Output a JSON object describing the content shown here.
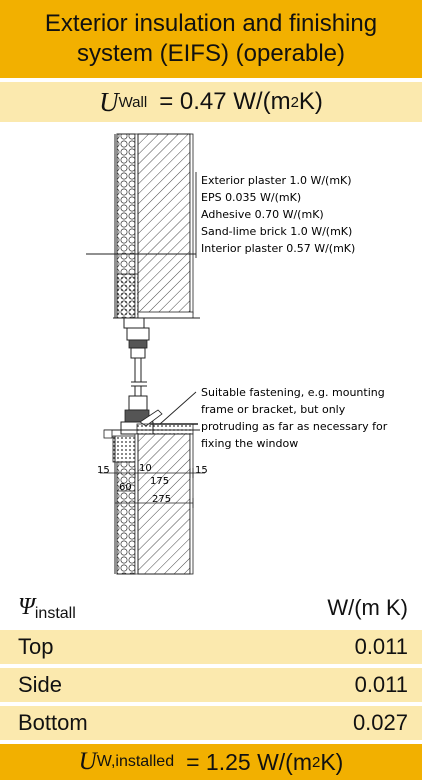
{
  "header": {
    "title_line1": "Exterior insulation and finishing",
    "title_line2": "system (EIFS) (operable)"
  },
  "u_wall": {
    "symbol": "U",
    "subscript": "Wall",
    "value_text": "= 0.47 W/(m",
    "exponent": "2",
    "unit_tail": " K)"
  },
  "drawing": {
    "labels": {
      "l1": "Exterior plaster 1.0 W/(mK)",
      "l2": "EPS 0.035 W/(mK)",
      "l3": "Adhesive 0.70 W/(mK)",
      "l4": "Sand-lime brick 1.0 W/(mK)",
      "l5": "Interior plaster 0.57 W/(mK)",
      "f1": "Suitable fastening, e.g. mounting",
      "f2": "frame or bracket, but only",
      "f3": "protruding as far as necessary for",
      "f4": "fixing the window"
    },
    "dimensions": {
      "d15a": "15",
      "d10": "10",
      "d175": "175",
      "d15b": "15",
      "d60": "60",
      "d275": "275"
    }
  },
  "psi": {
    "symbol": "Ψ",
    "subscript": "install",
    "unit": "W/(m K)",
    "rows": [
      {
        "label": "Top",
        "value": "0.011"
      },
      {
        "label": "Side",
        "value": "0.011"
      },
      {
        "label": "Bottom",
        "value": "0.027"
      }
    ]
  },
  "u_window": {
    "symbol": "U",
    "subscript": "W,installed",
    "value_text": "= 1.25 W/(m",
    "exponent": "2",
    "unit_tail": " K)"
  },
  "colors": {
    "header_bg": "#f2b000",
    "light_bg": "#fbe9ae"
  }
}
